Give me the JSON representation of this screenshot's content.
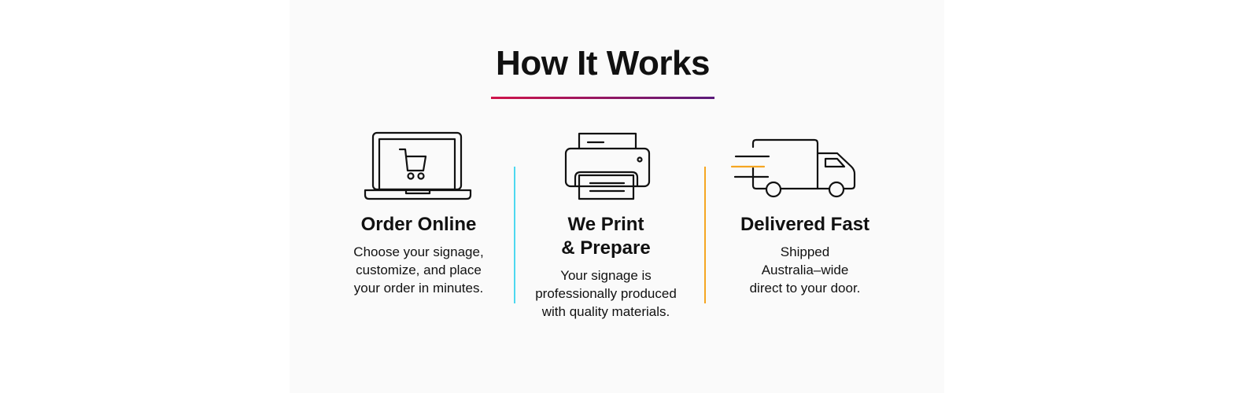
{
  "title": "How It Works",
  "colors": {
    "accent_start": "#d0144a",
    "accent_end": "#5a1a7a",
    "divider_1": "#4dd8f0",
    "divider_2": "#f5a623"
  },
  "steps": [
    {
      "icon": "laptop-cart-icon",
      "heading": "Order Online",
      "body": [
        "Choose your signage,",
        "customize, and place",
        "your order in minutes."
      ]
    },
    {
      "icon": "printer-icon",
      "heading_lines": [
        "We Print",
        "& Prepare"
      ],
      "body": [
        "Your signage is",
        "professionally produced",
        "with quality materials."
      ]
    },
    {
      "icon": "delivery-truck-icon",
      "heading": "Delivered Fast",
      "body": [
        "Shipped",
        "Australia–wide",
        "direct to your door."
      ]
    }
  ]
}
